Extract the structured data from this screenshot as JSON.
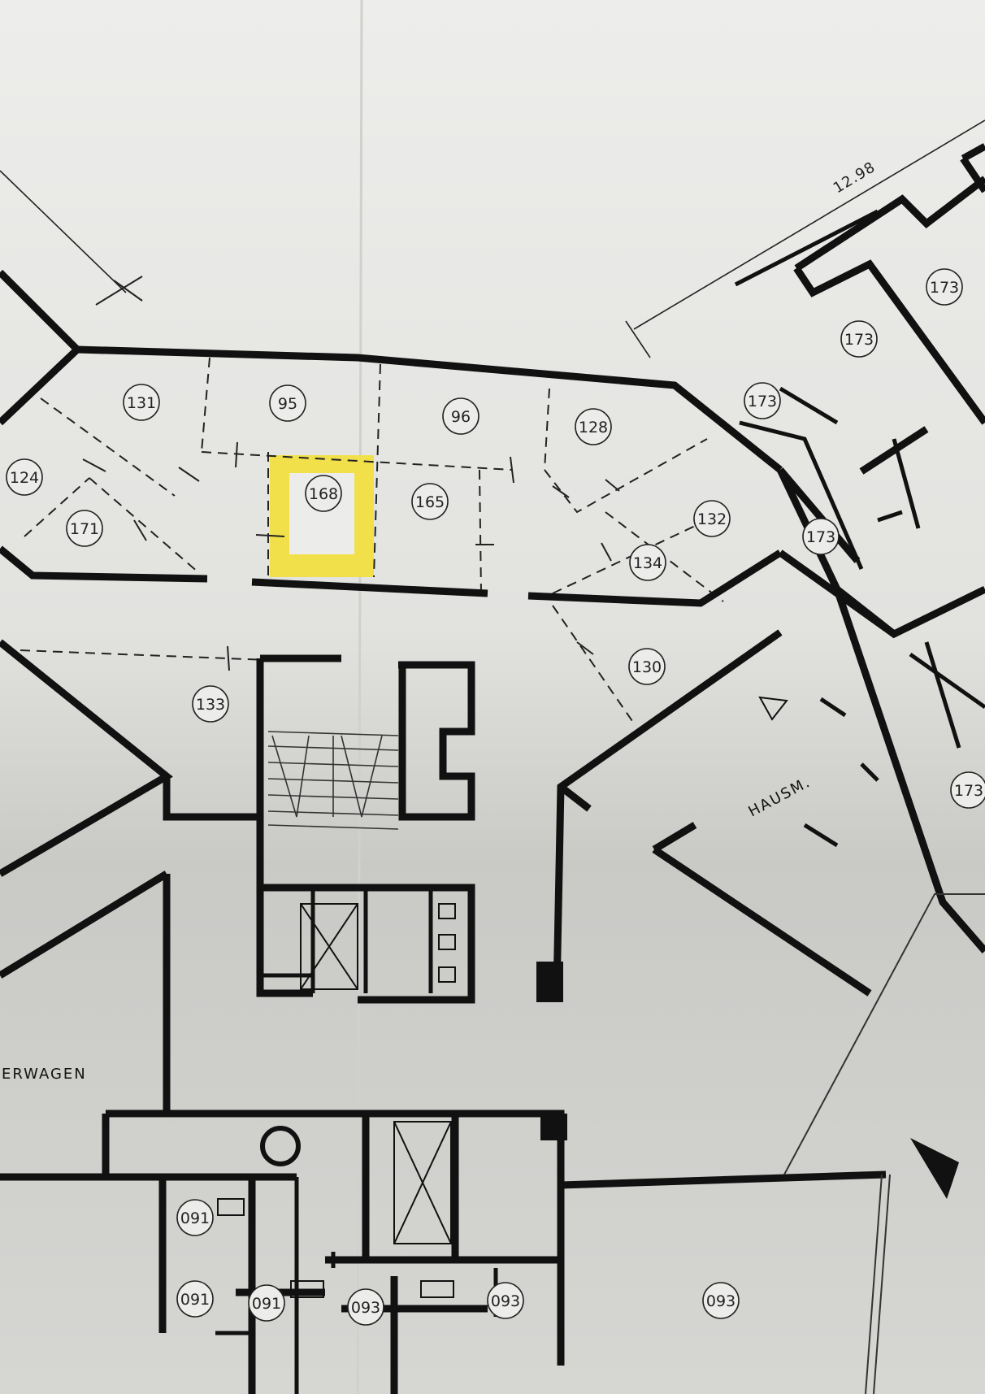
{
  "plan": {
    "highlight_color": "#f2e04a",
    "highlighted_room": "168",
    "dimension": "12.98",
    "texts": {
      "hausm": "HAUSM.",
      "wagen": "ERWAGEN"
    },
    "rooms": {
      "r131": "131",
      "r95": "95",
      "r96": "96",
      "r128": "128",
      "r124": "124",
      "r171": "171",
      "r168": "168",
      "r165": "165",
      "r132": "132",
      "r134": "134",
      "r133": "133",
      "r130": "130",
      "r173a": "173",
      "r173b": "173",
      "r173c": "173",
      "r173d": "173",
      "r173e": "173",
      "r091a": "091",
      "r091b": "091",
      "r091c": "091",
      "r093a": "093",
      "r093b": "093",
      "r093c": "093"
    }
  }
}
